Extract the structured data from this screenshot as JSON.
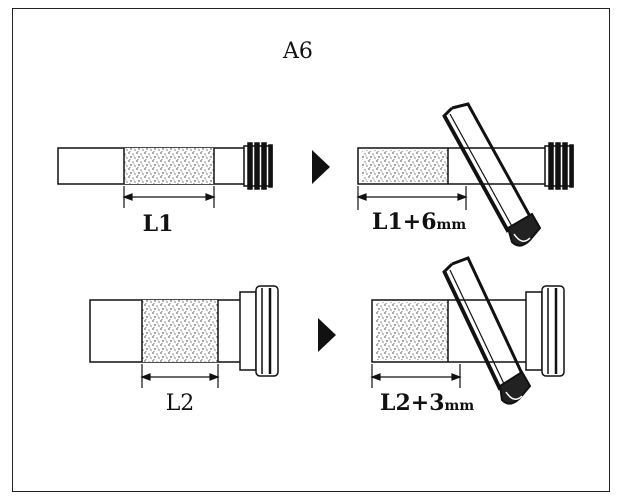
{
  "figure": {
    "label": "A6"
  },
  "rows": [
    {
      "before_label": "L1",
      "after_label": "L1+6",
      "after_unit": "mm"
    },
    {
      "before_label": "L2",
      "after_label": "L2+3",
      "after_unit": "mm"
    }
  ],
  "colors": {
    "stroke": "#111111",
    "fill_dots": "#555555",
    "background": "#ffffff"
  },
  "icons": [
    "right-arrow-icon",
    "hacksaw-icon",
    "threaded-end-fitting",
    "flanged-end-fitting"
  ]
}
